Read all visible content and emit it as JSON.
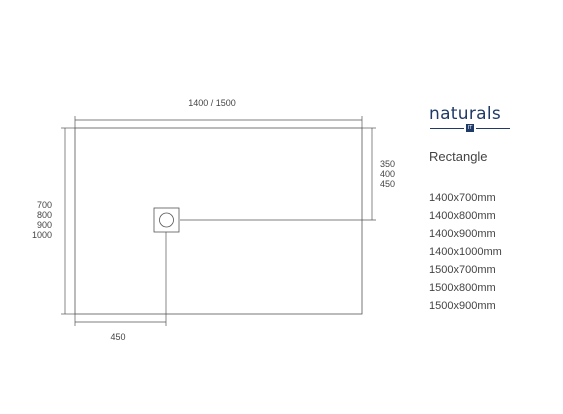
{
  "dimensions": {
    "top": "1400 / 1500",
    "right": [
      "350",
      "400",
      "450"
    ],
    "left": [
      "700",
      "800",
      "900",
      "1000"
    ],
    "bottom": "450"
  },
  "brand": {
    "name": "naturals",
    "badge": "IT"
  },
  "shape_title": "Rectangle",
  "sizes": [
    "1400x700mm",
    "1400x800mm",
    "1400x900mm",
    "1400x1000mm",
    "1500x700mm",
    "1500x800mm",
    "1500x900mm"
  ],
  "colors": {
    "line": "#555555",
    "brand": "#1f3a66"
  }
}
